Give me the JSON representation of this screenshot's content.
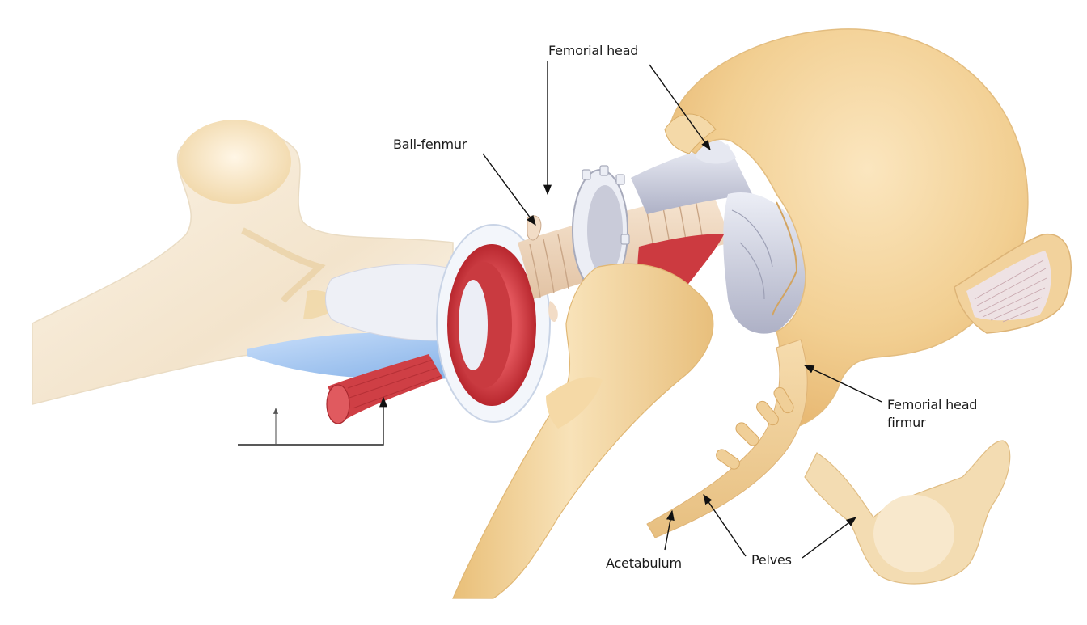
{
  "diagram": {
    "subject": "Hip joint anatomy illustration",
    "colors": {
      "background": "#ffffff",
      "bone_light": "#f6ead8",
      "bone_mid": "#efd2a0",
      "bone_dark": "#dfb778",
      "cartilage_blue": "#9cc3ee",
      "muscle_red": "#cf3f45",
      "ligament_white": "#dcdde8",
      "ligament_shadow": "#b4b6c8",
      "tendon_beige": "#f0d9c2",
      "leader_line": "#111111"
    },
    "labels": [
      {
        "id": "femorial-head-top",
        "text": "Femorial head"
      },
      {
        "id": "ball-femur",
        "text": "Ball-fenmur"
      },
      {
        "id": "femorial-head-firmur",
        "text": "Femorial head\nfirmur"
      },
      {
        "id": "acetabulum",
        "text": "Acetabulum"
      },
      {
        "id": "pelves",
        "text": "Pelves"
      }
    ],
    "leader_lines": [
      {
        "from_label": "femorial-head-top",
        "target": "ligament under pelvic dome"
      },
      {
        "from_label": "femorial-head-top",
        "target": "vertical pointer toward tendon"
      },
      {
        "from_label": "ball-femur",
        "target": "ribbed tendon flange"
      },
      {
        "from_label": "femorial-head-firmur",
        "target": "pelvic shaft"
      },
      {
        "from_label": "acetabulum",
        "target": "lower bone rod"
      },
      {
        "from_label": "pelves",
        "target": "lower bone rod notch"
      },
      {
        "from_label": "pelves",
        "target": "lower right bone neck"
      },
      {
        "from_label": "unlabeled-bracket",
        "target": "red muscle bundle"
      }
    ]
  }
}
